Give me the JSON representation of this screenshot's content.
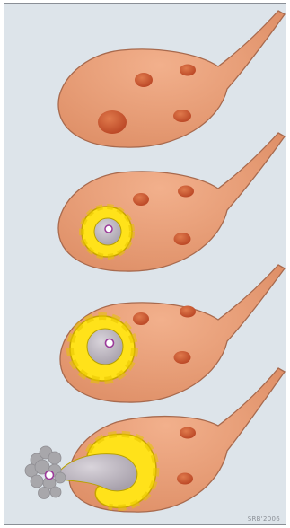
{
  "figure": {
    "background": "#dde4ea",
    "border": "#8a8f96",
    "credit": "SRB'2006"
  },
  "colors": {
    "ovary": "#e8a078",
    "ovary_stroke": "#a86a4e",
    "follicle_small": "#c4552c",
    "follicle_large": "#b94220",
    "granulosa": "#ffe21a",
    "granulosa_stroke": "#c9a400",
    "antrum": "#b9b2bc",
    "oocyte_ring": "#9b3a9a",
    "cumulus": "#a8a7ab"
  },
  "stages": [
    {
      "name": "primordial-follicle-stage"
    },
    {
      "name": "early-follicle-stage"
    },
    {
      "name": "mature-follicle-stage"
    },
    {
      "name": "ovulation-stage"
    }
  ]
}
